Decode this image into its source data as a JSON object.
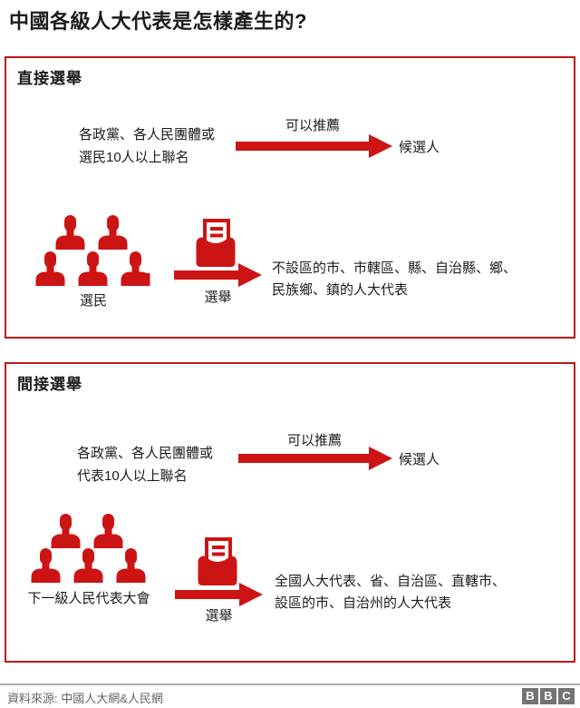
{
  "title": "中國各級人大代表是怎樣產生的?",
  "colors": {
    "red": "#cc1414",
    "panel_border": "#c31515",
    "text": "#1c1c1c",
    "source_gray": "#666666",
    "logo_gray": "#747474"
  },
  "sections": [
    {
      "header": "直接選舉",
      "nominate": {
        "proposer_line1": "各政黨、各人民團體或",
        "proposer_line2": "選民10人以上聯名",
        "arrow_label": "可以推薦",
        "result": "候選人"
      },
      "election": {
        "electors_label": "選民",
        "arrow_label": "選舉",
        "result_line1": "不設區的市、市轄區、縣、自治縣、鄉、",
        "result_line2": "民族鄉、鎮的人大代表"
      }
    },
    {
      "header": "間接選舉",
      "nominate": {
        "proposer_line1": "各政黨、各人民團體或",
        "proposer_line2": "代表10人以上聯名",
        "arrow_label": "可以推薦",
        "result": "候選人"
      },
      "election": {
        "electors_label": "下一級人民代表大會",
        "arrow_label": "選舉",
        "result_line1": "全國人大代表、省、自治區、直轄市、",
        "result_line2": "設區的市、自治州的人大代表"
      }
    }
  ],
  "footer": {
    "source": "資料來源: 中國人大網&人民網",
    "logo_letters": [
      "B",
      "B",
      "C"
    ]
  }
}
